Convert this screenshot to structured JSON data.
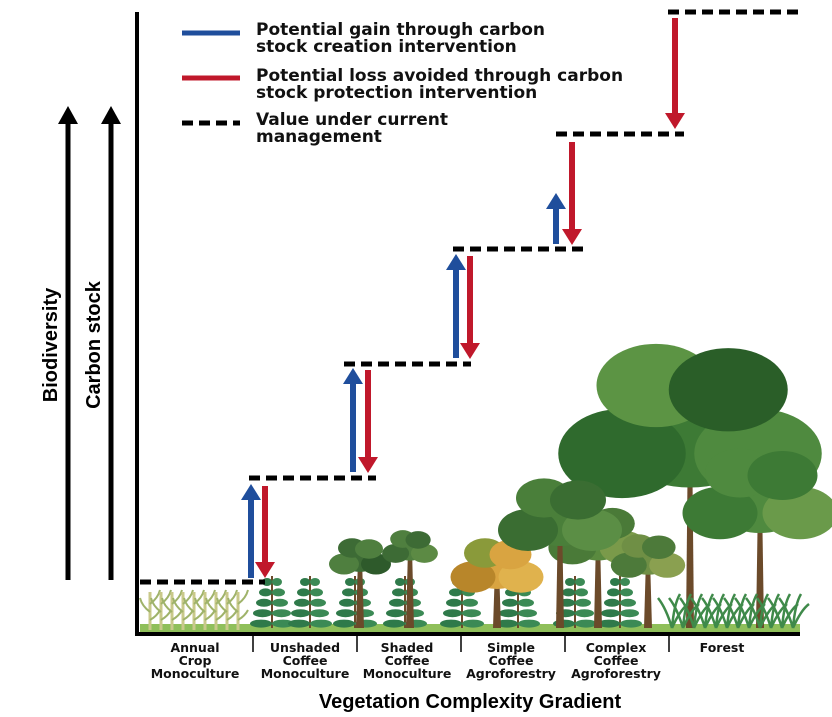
{
  "legend": {
    "gain": "Potential gain through carbon stock creation intervention",
    "gain_lines": [
      "Potential gain through carbon",
      "stock creation intervention"
    ],
    "loss": "Potential loss avoided through carbon stock protection intervention",
    "loss_lines": [
      "Potential loss avoided through carbon",
      "stock protection intervention"
    ],
    "current": "Value under current management",
    "current_lines": [
      "Value under current",
      "management"
    ]
  },
  "axes": {
    "y1": "Biodiversity",
    "y2": "Carbon stock",
    "x": "Vegetation Complexity Gradient"
  },
  "categories": [
    {
      "label": "Annual Crop Monoculture",
      "lines": [
        "Annual",
        "Crop",
        "Monoculture"
      ]
    },
    {
      "label": "Unshaded Coffee Monoculture",
      "lines": [
        "Unshaded",
        "Coffee",
        "Monoculture"
      ]
    },
    {
      "label": "Shaded Coffee Monoculture",
      "lines": [
        "Shaded",
        "Coffee",
        "Monoculture"
      ]
    },
    {
      "label": "Simple Coffee Agroforestry",
      "lines": [
        "Simple",
        "Coffee",
        "Agroforestry"
      ]
    },
    {
      "label": "Complex Coffee Agroforestry",
      "lines": [
        "Complex",
        "Coffee",
        "Agroforestry"
      ]
    },
    {
      "label": "Forest",
      "lines": [
        "Forest"
      ]
    }
  ],
  "colors": {
    "gain": "#1f4e9c",
    "loss": "#c0182b",
    "current": "#000000"
  }
}
